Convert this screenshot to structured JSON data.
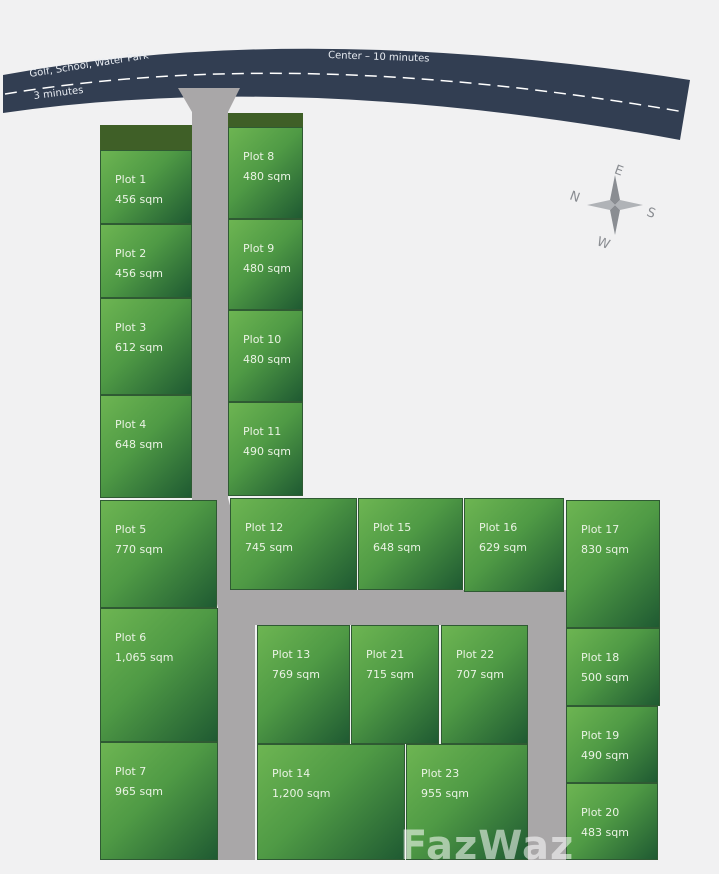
{
  "road": {
    "left_label": "Golf, School, Water Park",
    "left_time": "3 minutes",
    "center_label": "Center – 10 minutes"
  },
  "compass": {
    "n": "N",
    "e": "E",
    "s": "S",
    "w": "W"
  },
  "plots": [
    {
      "name": "Plot 1",
      "area": "456 sqm"
    },
    {
      "name": "Plot 2",
      "area": "456 sqm"
    },
    {
      "name": "Plot 3",
      "area": "612 sqm"
    },
    {
      "name": "Plot 4",
      "area": "648 sqm"
    },
    {
      "name": "Plot 5",
      "area": "770 sqm"
    },
    {
      "name": "Plot 6",
      "area": "1,065 sqm"
    },
    {
      "name": "Plot 7",
      "area": "965 sqm"
    },
    {
      "name": "Plot 8",
      "area": "480 sqm"
    },
    {
      "name": "Plot 9",
      "area": "480 sqm"
    },
    {
      "name": "Plot 10",
      "area": "480 sqm"
    },
    {
      "name": "Plot 11",
      "area": "490 sqm"
    },
    {
      "name": "Plot 12",
      "area": "745 sqm"
    },
    {
      "name": "Plot 15",
      "area": "648 sqm"
    },
    {
      "name": "Plot 16",
      "area": "629 sqm"
    },
    {
      "name": "Plot 17",
      "area": "830 sqm"
    },
    {
      "name": "Plot 18",
      "area": "500 sqm"
    },
    {
      "name": "Plot 19",
      "area": "490 sqm"
    },
    {
      "name": "Plot 20",
      "area": "483 sqm"
    },
    {
      "name": "Plot 13",
      "area": "769 sqm"
    },
    {
      "name": "Plot 21",
      "area": "715 sqm"
    },
    {
      "name": "Plot 22",
      "area": "707 sqm"
    },
    {
      "name": "Plot 14",
      "area": "1,200 sqm"
    },
    {
      "name": "Plot 23",
      "area": "955 sqm"
    }
  ],
  "watermark": "FazWaz"
}
